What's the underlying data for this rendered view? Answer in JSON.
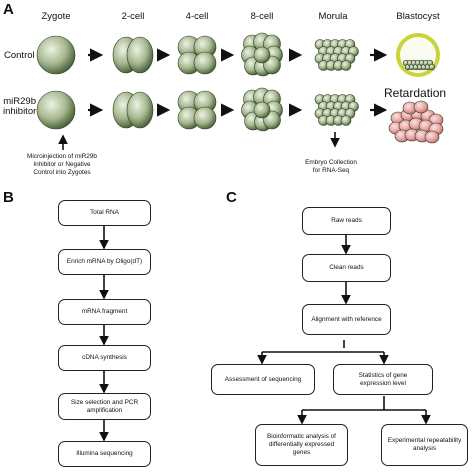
{
  "panels": {
    "a": "A",
    "b": "B",
    "c": "C"
  },
  "panel_a": {
    "stages": [
      "Zygote",
      "2-cell",
      "4-cell",
      "8-cell",
      "Morula",
      "Blastocyst"
    ],
    "rows": [
      "Control",
      "miR29b\ninhibitor"
    ],
    "retardation": "Retardation",
    "injection_note": "Microinjection of miR29b\nInhibitor or Negative\nControl into Zygotes",
    "collection_note": "Embryo Collection\nfor RNA-Seq"
  },
  "panel_b": {
    "steps": [
      "Total RNA",
      "Enrich mRNA by Oligo(dT)",
      "mRNA fragment",
      "cDNA synthesis",
      "Size selection and PCR\namplification",
      "Illumina sequencing"
    ]
  },
  "panel_c": {
    "raw": "Raw reads",
    "clean": "Clean reads",
    "align": "Alignment with reference",
    "assess": "Assessment of sequencing",
    "stats": "Statistics of gene\nexpression level",
    "bioinfo": "Bioinformatic analysis of\ndifferentially expressed\ngenes",
    "repeat": "Experimental repeatability\nanalysis"
  },
  "colors": {
    "cell": "#6f8a5c",
    "cell_light": "#d9e3c9",
    "blastocyst_ring": "#c8d43a",
    "retard": "#e9a3a3"
  }
}
